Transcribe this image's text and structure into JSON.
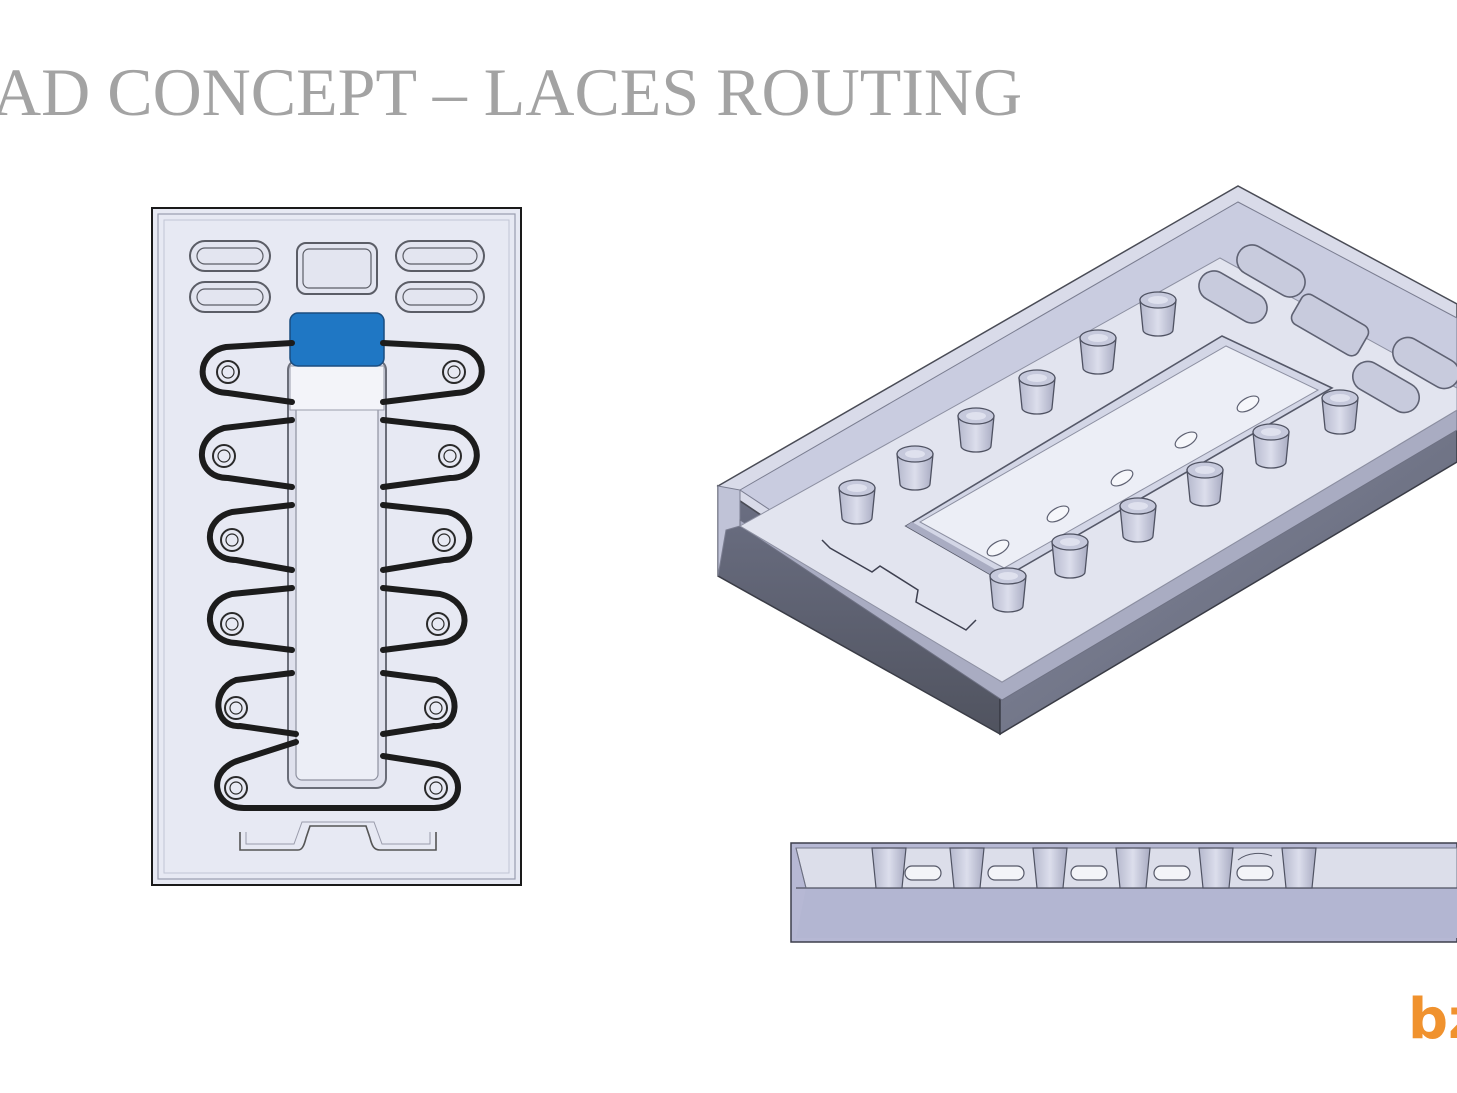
{
  "slide": {
    "title": "AD CONCEPT – LACES ROUTING",
    "logo_text": "bz"
  },
  "colors": {
    "title": "#a3a3a3",
    "tray_fill": "#e6e8f3",
    "tray_side": "#5e6272",
    "lace": "#1c1c1c",
    "tab_highlight": "#1f77c4",
    "logo": "#f0922e"
  },
  "figures": {
    "top_view": "top-view-tray",
    "isometric_view": "isometric-tray",
    "side_view": "side-view-tray"
  }
}
